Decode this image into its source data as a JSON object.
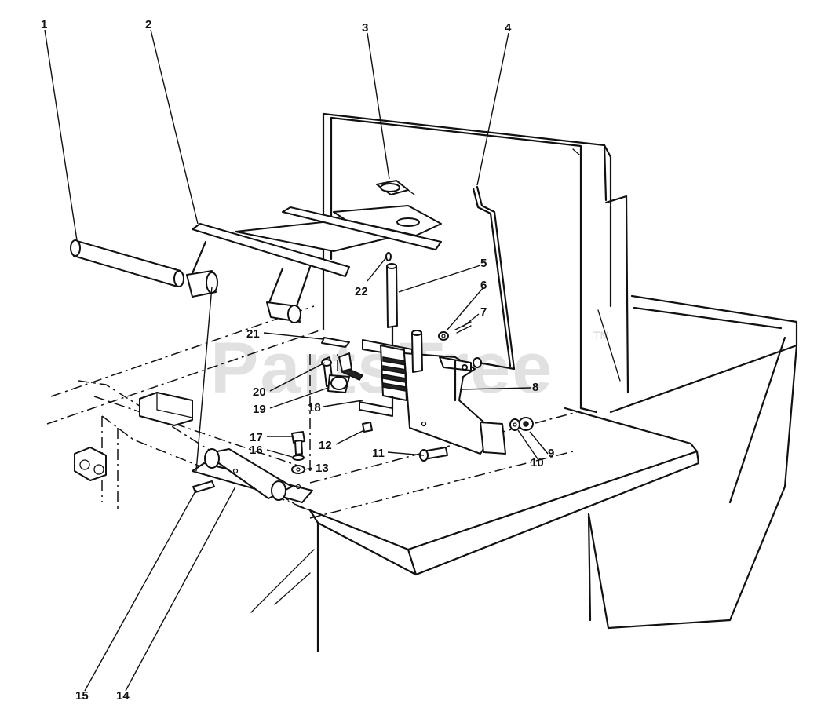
{
  "watermark": {
    "text": "PartsTree",
    "trademark": "TM"
  },
  "callouts": [
    {
      "id": "1",
      "label": "1"
    },
    {
      "id": "2",
      "label": "2"
    },
    {
      "id": "3",
      "label": "3"
    },
    {
      "id": "4",
      "label": "4"
    },
    {
      "id": "5",
      "label": "5"
    },
    {
      "id": "6",
      "label": "6"
    },
    {
      "id": "7",
      "label": "7"
    },
    {
      "id": "8",
      "label": "8"
    },
    {
      "id": "9",
      "label": "9"
    },
    {
      "id": "10",
      "label": "10"
    },
    {
      "id": "11",
      "label": "11"
    },
    {
      "id": "12",
      "label": "12"
    },
    {
      "id": "13",
      "label": "13"
    },
    {
      "id": "14",
      "label": "14"
    },
    {
      "id": "15",
      "label": "15"
    },
    {
      "id": "16",
      "label": "16"
    },
    {
      "id": "17",
      "label": "17"
    },
    {
      "id": "18",
      "label": "18"
    },
    {
      "id": "19",
      "label": "19"
    },
    {
      "id": "20",
      "label": "20"
    },
    {
      "id": "21",
      "label": "21"
    },
    {
      "id": "22",
      "label": "22"
    }
  ]
}
